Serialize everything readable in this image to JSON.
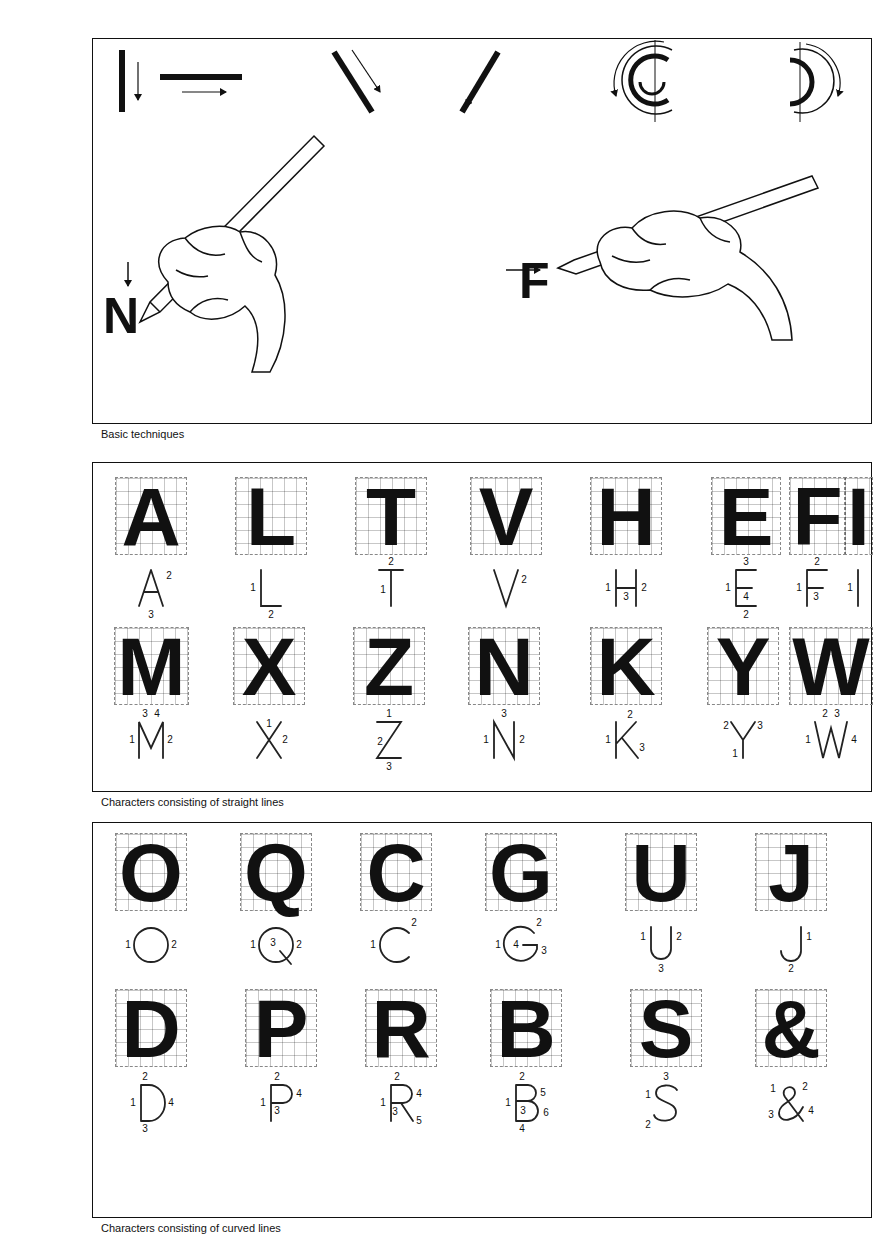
{
  "diagram": {
    "nodes": [
      {
        "text": [
          "Basic techniques"
        ]
      },
      {
        "text": [
          "Characters consisting of straight lines"
        ]
      },
      {
        "text": [
          "A"
        ],
        "in": 1
      },
      {
        "text": [
          "L"
        ],
        "in": 1
      },
      {
        "text": [
          "T"
        ],
        "in": 1
      },
      {
        "text": [
          "V"
        ],
        "in": 1
      },
      {
        "text": [
          "H"
        ],
        "in": 1
      },
      {
        "text": [
          "E"
        ],
        "in": 1
      },
      {
        "text": [
          "F"
        ],
        "in": 1
      },
      {
        "text": [
          "I"
        ],
        "in": 1
      },
      {
        "text": [
          "M"
        ],
        "in": 1
      },
      {
        "text": [
          "X"
        ],
        "in": 1
      },
      {
        "text": [
          "Z"
        ],
        "in": 1
      },
      {
        "text": [
          "N"
        ],
        "in": 1
      },
      {
        "text": [
          "K"
        ],
        "in": 1
      },
      {
        "text": [
          "Y"
        ],
        "in": 1
      },
      {
        "text": [
          "W"
        ],
        "in": 1
      },
      {
        "text": [
          "Characters consisting of curved lines"
        ]
      },
      {
        "text": [
          "O"
        ],
        "in": 17
      },
      {
        "text": [
          "Q"
        ],
        "in": 17
      },
      {
        "text": [
          "C"
        ],
        "in": 17
      },
      {
        "text": [
          "G"
        ],
        "in": 17
      },
      {
        "text": [
          "U"
        ],
        "in": 17
      },
      {
        "text": [
          "J"
        ],
        "in": 17
      },
      {
        "text": [
          "D"
        ],
        "in": 17
      },
      {
        "text": [
          "P"
        ],
        "in": 17
      },
      {
        "text": [
          "R"
        ],
        "in": 17
      },
      {
        "text": [
          "B"
        ],
        "in": 17
      },
      {
        "text": [
          "S"
        ],
        "in": 17
      },
      {
        "text": [
          "&"
        ],
        "in": 17
      }
    ],
    "labels": [
      "N",
      "F",
      "2",
      "3",
      "1",
      "2",
      "2",
      "1",
      "2",
      "1",
      "3",
      "2",
      "3",
      "1",
      "4",
      "2",
      "2",
      "1",
      "3",
      "1",
      "3",
      "4",
      "1",
      "2",
      "1",
      "2",
      "1",
      "2",
      "3",
      "1",
      "3",
      "2",
      "2",
      "1",
      "3",
      "2",
      "3",
      "1",
      "2",
      "3",
      "1",
      "4",
      "1",
      "2",
      "1",
      "3",
      "2",
      "1",
      "2",
      "2",
      "1",
      "4",
      "3",
      "1",
      "2",
      "3",
      "1",
      "2",
      "2",
      "1",
      "4",
      "3",
      "2",
      "1",
      "4",
      "3",
      "2",
      "1",
      "4",
      "3",
      "5",
      "2",
      "1",
      "5",
      "3",
      "6",
      "4",
      "3",
      "1",
      "2",
      "1",
      "2",
      "3",
      "4"
    ]
  }
}
